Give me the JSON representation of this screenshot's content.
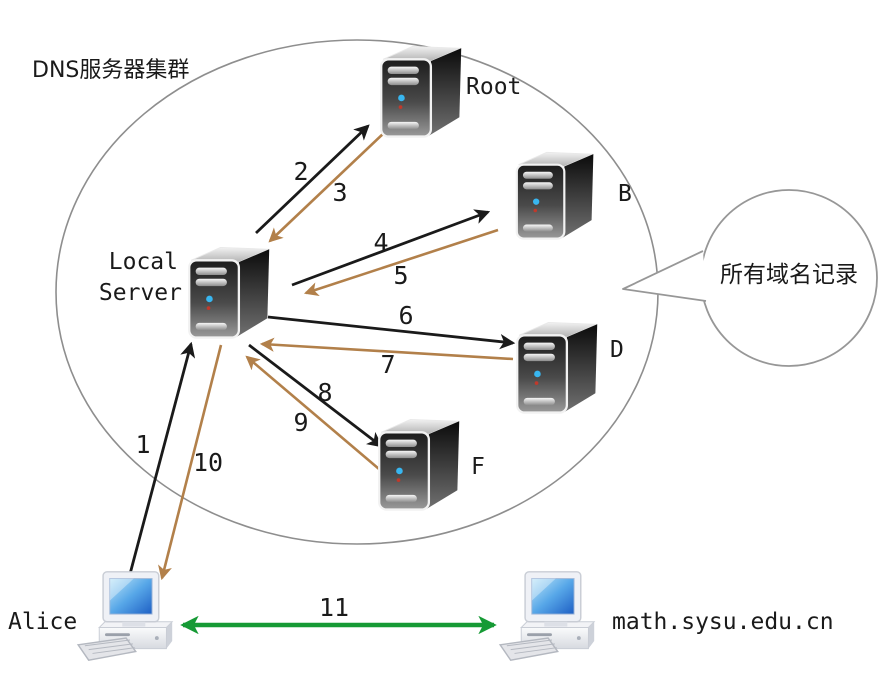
{
  "diagram": {
    "cluster_label": "DNS服务器集群",
    "bubble": {
      "text": "所有域名记录"
    },
    "nodes": {
      "root": {
        "label": "Root"
      },
      "b": {
        "label": "B"
      },
      "d": {
        "label": "D"
      },
      "f": {
        "label": "F"
      },
      "local": {
        "label": "Local Server",
        "lines": [
          "Local",
          "Server"
        ]
      },
      "alice": {
        "label": "Alice"
      },
      "host": {
        "label": "math.sysu.edu.cn"
      }
    },
    "steps": [
      {
        "label": "1"
      },
      {
        "label": "2"
      },
      {
        "label": "3"
      },
      {
        "label": "4"
      },
      {
        "label": "5"
      },
      {
        "label": "6"
      },
      {
        "label": "7"
      },
      {
        "label": "8"
      },
      {
        "label": "9"
      },
      {
        "label": "10"
      },
      {
        "label": "11"
      }
    ],
    "colors": {
      "query_arrow": "#1a1a1a",
      "response_arrow": "#b2804a",
      "final_arrow": "#169a35",
      "outline": "#8e8e8e",
      "led_blue": "#38b6f0",
      "led_red": "#c0392b"
    }
  }
}
